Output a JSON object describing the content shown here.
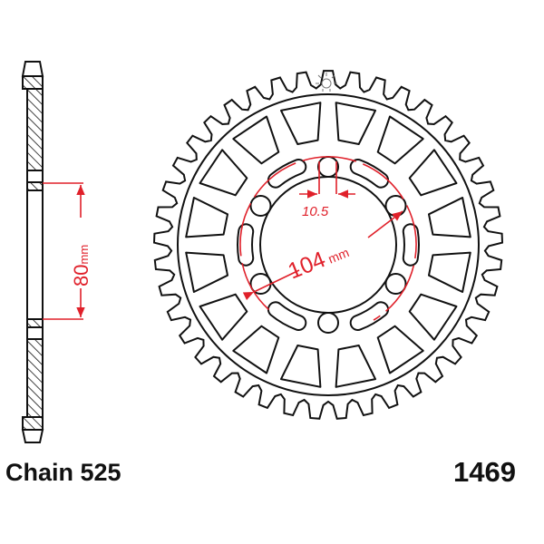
{
  "labels": {
    "chain": "Chain 525",
    "part_number": "1469"
  },
  "dimensions": {
    "center_bore": "80",
    "center_bore_unit": "mm",
    "bolt_circle": "104",
    "bolt_circle_unit": "mm",
    "bolt_hole": "10.5"
  },
  "colors": {
    "outline": "#111111",
    "dimension": "#e0202a"
  }
}
